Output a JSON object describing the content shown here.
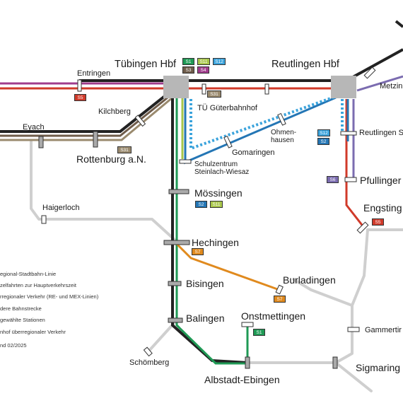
{
  "stations": {
    "tuebingen_hbf": "Tübingen Hbf",
    "reutlingen_hbf": "Reutlingen Hbf",
    "entringen": "Entringen",
    "kilchberg": "Kilchberg",
    "eyach": "Eyach",
    "rottenburg": "Rottenburg a.N.",
    "tue_gueterbahnhof": "TÜ Güterbahnhof",
    "gomaringen": "Gomaringen",
    "ohmenhausen": "Ohmen-\nhausen",
    "schulzentrum": "Schulzentrum\nSteinlach-Wiesaz",
    "moessingen": "Mössingen",
    "haigerloch": "Haigerloch",
    "hechingen": "Hechingen",
    "bisingen": "Bisingen",
    "burladingen": "Burladingen",
    "balingen": "Balingen",
    "onstmettingen": "Onstmettingen",
    "schoemberg": "Schömberg",
    "albstadt_ebingen": "Albstadt-Ebingen",
    "metzingen": "Metzin",
    "reutlingen_sued": "Reutlingen S",
    "pfullingen": "Pfullinger",
    "engstingen": "Engsting",
    "gammertingen": "Gammertir",
    "sigmaringen": "Sigmaring"
  },
  "badges": {
    "s1": "S1",
    "s11": "S11",
    "s12": "S12",
    "s3": "S3",
    "s4": "S4",
    "s5": "S5",
    "s31": "S31",
    "s2": "S2",
    "s6": "S6",
    "s7": "S7"
  },
  "colors": {
    "s1": "#1f9a55",
    "s11": "#a8c64a",
    "s12": "#3aa3dc",
    "s3": "#6f5c4a",
    "s4": "#a03c8c",
    "s5": "#d03a2a",
    "s31": "#9a8a6e",
    "s2": "#2476b5",
    "s6": "#7b6cb0",
    "s7": "#e08a1e",
    "trunk": "#222222",
    "other": "#cfcfcf",
    "hub": "#b7b7b7"
  },
  "legend": [
    "egional-Stadtbahn-Linie",
    "zelfahrten zur Hauptverkehrszeit",
    "rregionaler Verkehr (RE- und MEX-Linien)",
    "dere Bahnstrecke",
    "gewählte Stationen",
    "nhof überregionaler Verkehr",
    "nd 02/2025"
  ]
}
